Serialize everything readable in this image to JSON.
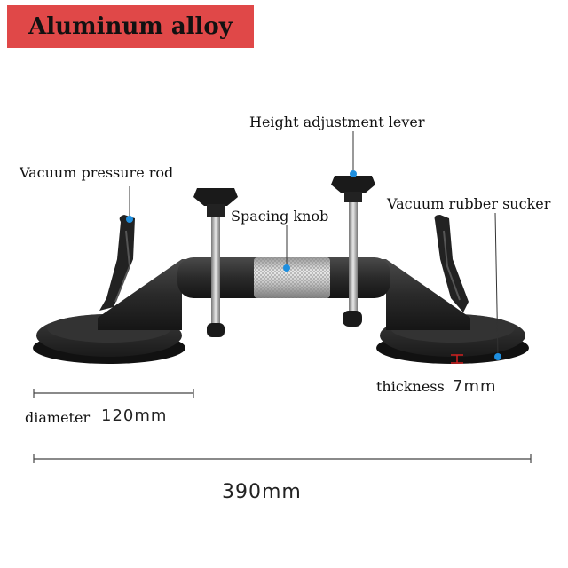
{
  "banner": {
    "text": "Aluminum alloy",
    "color": "#e04848"
  },
  "callouts": {
    "height_lever": "Height adjustment lever",
    "pressure_rod": "Vacuum pressure rod",
    "spacing_knob": "Spacing knob",
    "rubber_sucker": "Vacuum rubber sucker"
  },
  "dimensions": {
    "thickness_label": "thickness",
    "thickness_value": "7mm",
    "diameter_label": "diameter",
    "diameter_value": "120mm",
    "total_length": "390mm"
  },
  "colors": {
    "pointer_dot": "#1e8fe0",
    "body": "#2a2a2a",
    "knob_metal": "#c8c8c8"
  }
}
